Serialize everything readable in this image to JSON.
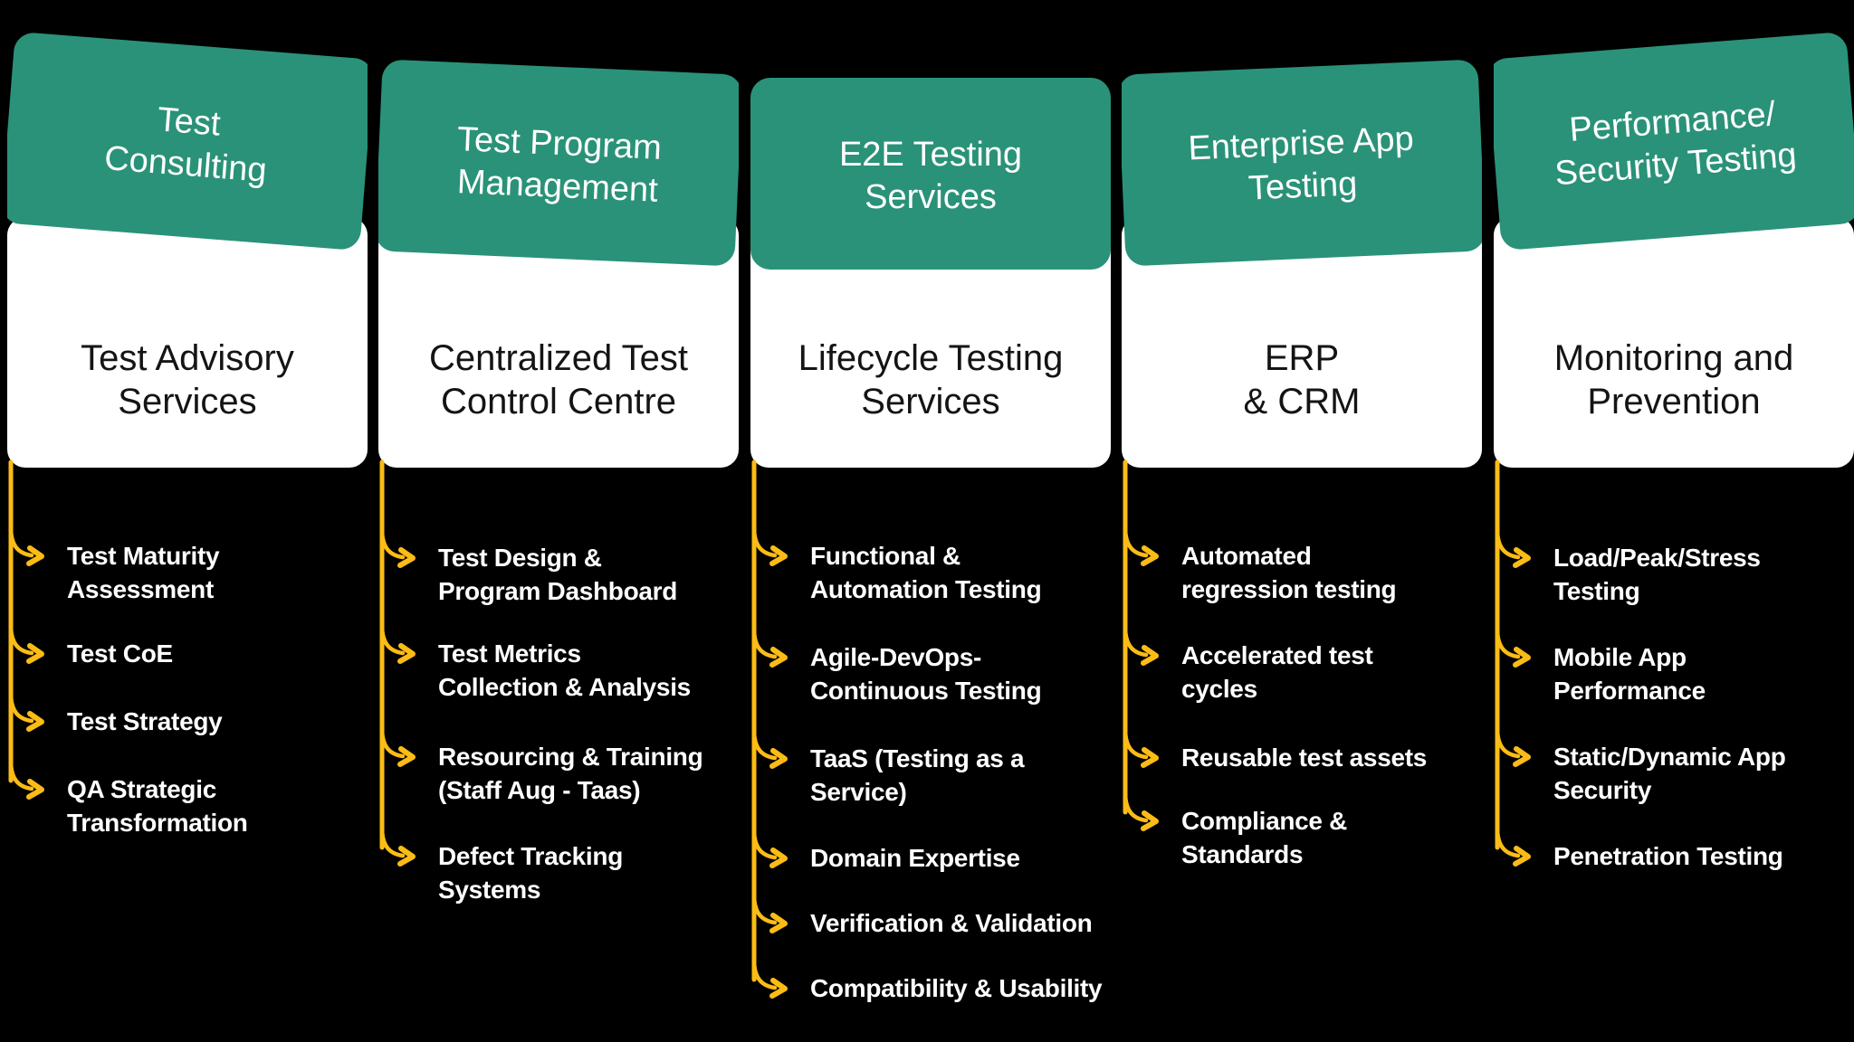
{
  "colors": {
    "background": "#000000",
    "band_green": "#2A9278",
    "accent_yellow": "#FBBC15",
    "card_white": "#FFFFFF",
    "subtitle_text": "#141414",
    "item_text": "#FFFFFF"
  },
  "columns": [
    {
      "category": "Test\nConsulting",
      "subtitle": "Test Advisory\nServices",
      "items": [
        "Test Maturity\nAssessment",
        "Test CoE",
        "Test Strategy",
        "QA Strategic\nTransformation"
      ]
    },
    {
      "category": "Test Program\nManagement",
      "subtitle": "Centralized Test\nControl Centre",
      "items": [
        "Test Design &\nProgram Dashboard",
        "Test Metrics\nCollection & Analysis",
        "Resourcing & Training\n(Staff Aug - Taas)",
        "Defect Tracking\nSystems"
      ]
    },
    {
      "category": "E2E Testing\nServices",
      "subtitle": "Lifecycle Testing\nServices",
      "items": [
        "Functional &\nAutomation Testing",
        "Agile-DevOps-\nContinuous Testing",
        "TaaS (Testing as a\nService)",
        "Domain Expertise",
        "Verification & Validation",
        "Compatibility & Usability"
      ]
    },
    {
      "category": "Enterprise App\nTesting",
      "subtitle": "ERP\n& CRM",
      "items": [
        "Automated\nregression testing",
        "Accelerated test\ncycles",
        "Reusable test assets",
        "Compliance &\nStandards"
      ]
    },
    {
      "category": "Performance/\nSecurity Testing",
      "subtitle": "Monitoring and\nPrevention",
      "items": [
        "Load/Peak/Stress\nTesting",
        "Mobile App\nPerformance",
        "Static/Dynamic App\nSecurity",
        "Penetration Testing"
      ]
    }
  ]
}
